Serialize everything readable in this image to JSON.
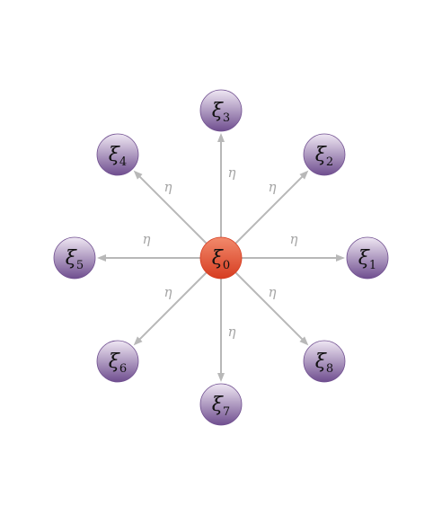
{
  "center": {
    "symbol": "ξ",
    "subscript": "0"
  },
  "satellites": [
    {
      "symbol": "ξ",
      "subscript": "1"
    },
    {
      "symbol": "ξ",
      "subscript": "2"
    },
    {
      "symbol": "ξ",
      "subscript": "3"
    },
    {
      "symbol": "ξ",
      "subscript": "4"
    },
    {
      "symbol": "ξ",
      "subscript": "5"
    },
    {
      "symbol": "ξ",
      "subscript": "6"
    },
    {
      "symbol": "ξ",
      "subscript": "7"
    },
    {
      "symbol": "ξ",
      "subscript": "8"
    }
  ],
  "edge_label": "η",
  "colors": {
    "center_light": "#f28a6c",
    "center_dark": "#d63c20",
    "satellite_light": "#efe7f3",
    "satellite_dark": "#6f4e8f",
    "edge": "#b8b8b8",
    "edge_label": "#a6a6a6"
  }
}
